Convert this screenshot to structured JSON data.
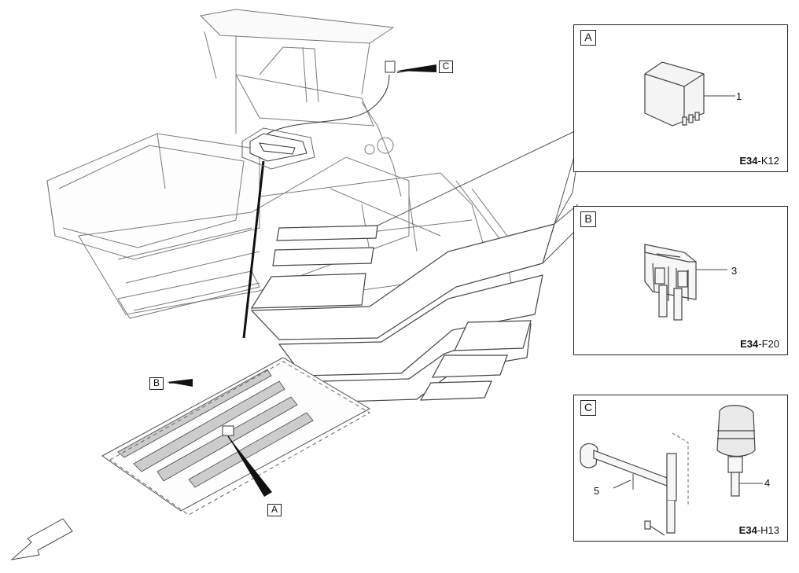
{
  "details": [
    {
      "letter": "A",
      "code_bold": "E34",
      "code_rest": "-K12",
      "callout": "1"
    },
    {
      "letter": "B",
      "code_bold": "E34",
      "code_rest": "-F20",
      "callout": "3"
    },
    {
      "letter": "C",
      "code_bold": "E34",
      "code_rest": "-H13",
      "callout_left": "5",
      "callout_right": "4"
    }
  ],
  "main_tags": {
    "a": "A",
    "b": "B",
    "c": "C"
  }
}
